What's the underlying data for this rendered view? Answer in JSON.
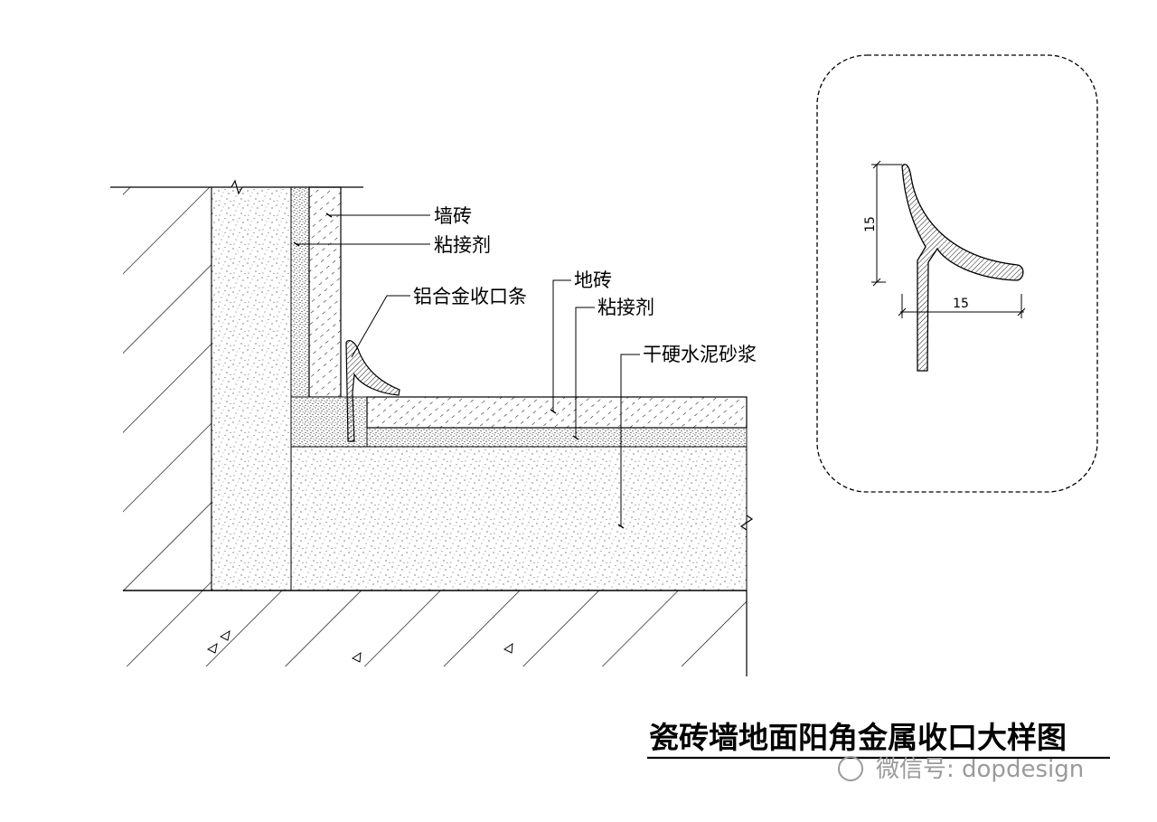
{
  "labels": {
    "wall_tile": "墙砖",
    "adhesive_wall": "粘接剂",
    "aluminum_trim": "铝合金收口条",
    "floor_tile": "地砖",
    "adhesive_floor": "粘接剂",
    "dry_mortar": "干硬水泥砂浆"
  },
  "detail": {
    "dim_vertical": "15",
    "dim_horizontal": "15"
  },
  "title": "瓷砖墙地面阳角金属收口大样图",
  "watermark": "微信号: dopdesign"
}
